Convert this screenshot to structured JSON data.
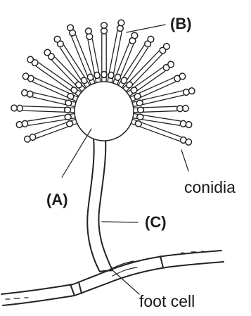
{
  "labels": {
    "a": "(A)",
    "b": "(B)",
    "c": "(C)",
    "conidia": "conidia",
    "foot_cell": "foot cell"
  }
}
